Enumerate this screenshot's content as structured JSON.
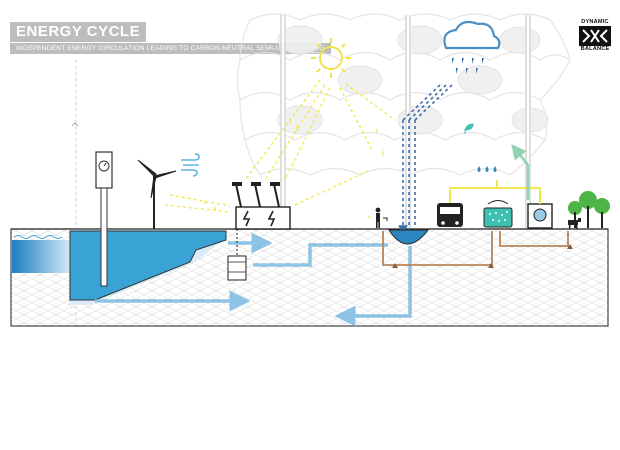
{
  "header": {
    "title": "ENERGY CYCLE",
    "subtitle": "INDEPENDENT ENERGY CIRCULATION LEADING TO CARBON-NEUTRAL SEMI-URBAN LIVING"
  },
  "logo": {
    "line1": "DYNAMIC",
    "line2": "BALANCE"
  },
  "colors": {
    "water": "#3aa3d6",
    "water_light": "#9ccbe8",
    "flow_arrow": "#8dc3e4",
    "solar_dashed": "#f2ea4a",
    "cloud": "#4a8ec4",
    "rain": "#3d6fa7",
    "brown_pipe": "#b98559",
    "yellow_link": "#f3e23a",
    "green_link": "#8fd3b0",
    "trees": "#4fb447",
    "ground_line": "#555555",
    "building_ghost": "#e6e6e6"
  },
  "icons": [
    "sun-icon",
    "rain-cloud-icon",
    "wind-turbine-icon",
    "wind-icon",
    "transformer-icon",
    "bus-icon",
    "water-tank-icon",
    "appliance-icon",
    "trees-icon",
    "cow-icon",
    "person-icon",
    "tap-icon",
    "gauge-tower-icon"
  ]
}
